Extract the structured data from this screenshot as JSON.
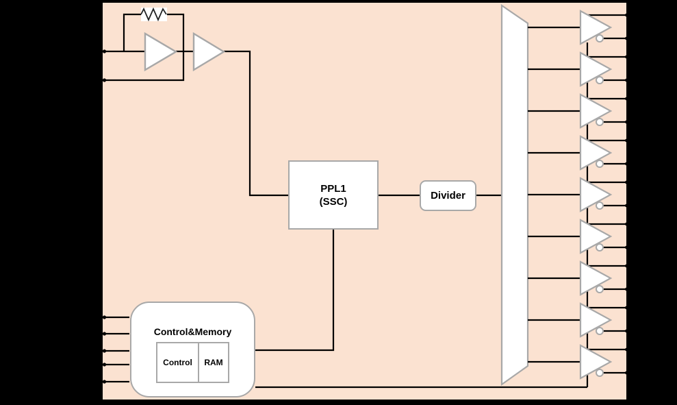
{
  "canvas": {
    "background": "#000000"
  },
  "chip": {
    "body_fill": "#fbe2d1",
    "body_border": "#000000"
  },
  "style": {
    "block_fill": "#ffffff",
    "block_border": "#a8a8a8",
    "wire_color": "#000000",
    "text_color": "#000000"
  },
  "blocks": {
    "pll": {
      "line1": "PPL1",
      "line2": "(SSC)"
    },
    "divider": {
      "label": "Divider"
    },
    "control_memory": {
      "title": "Control&Memory",
      "children": [
        {
          "label": "Control"
        },
        {
          "label": "RAM"
        }
      ]
    }
  },
  "oscillator": {
    "amplifier_count": 2,
    "has_feedback_resistor": true,
    "crystal_pin_count": 2
  },
  "outputs": {
    "buffer_count": 9,
    "pins_per_buffer": 2
  },
  "control_inputs": {
    "pin_count": 5
  }
}
